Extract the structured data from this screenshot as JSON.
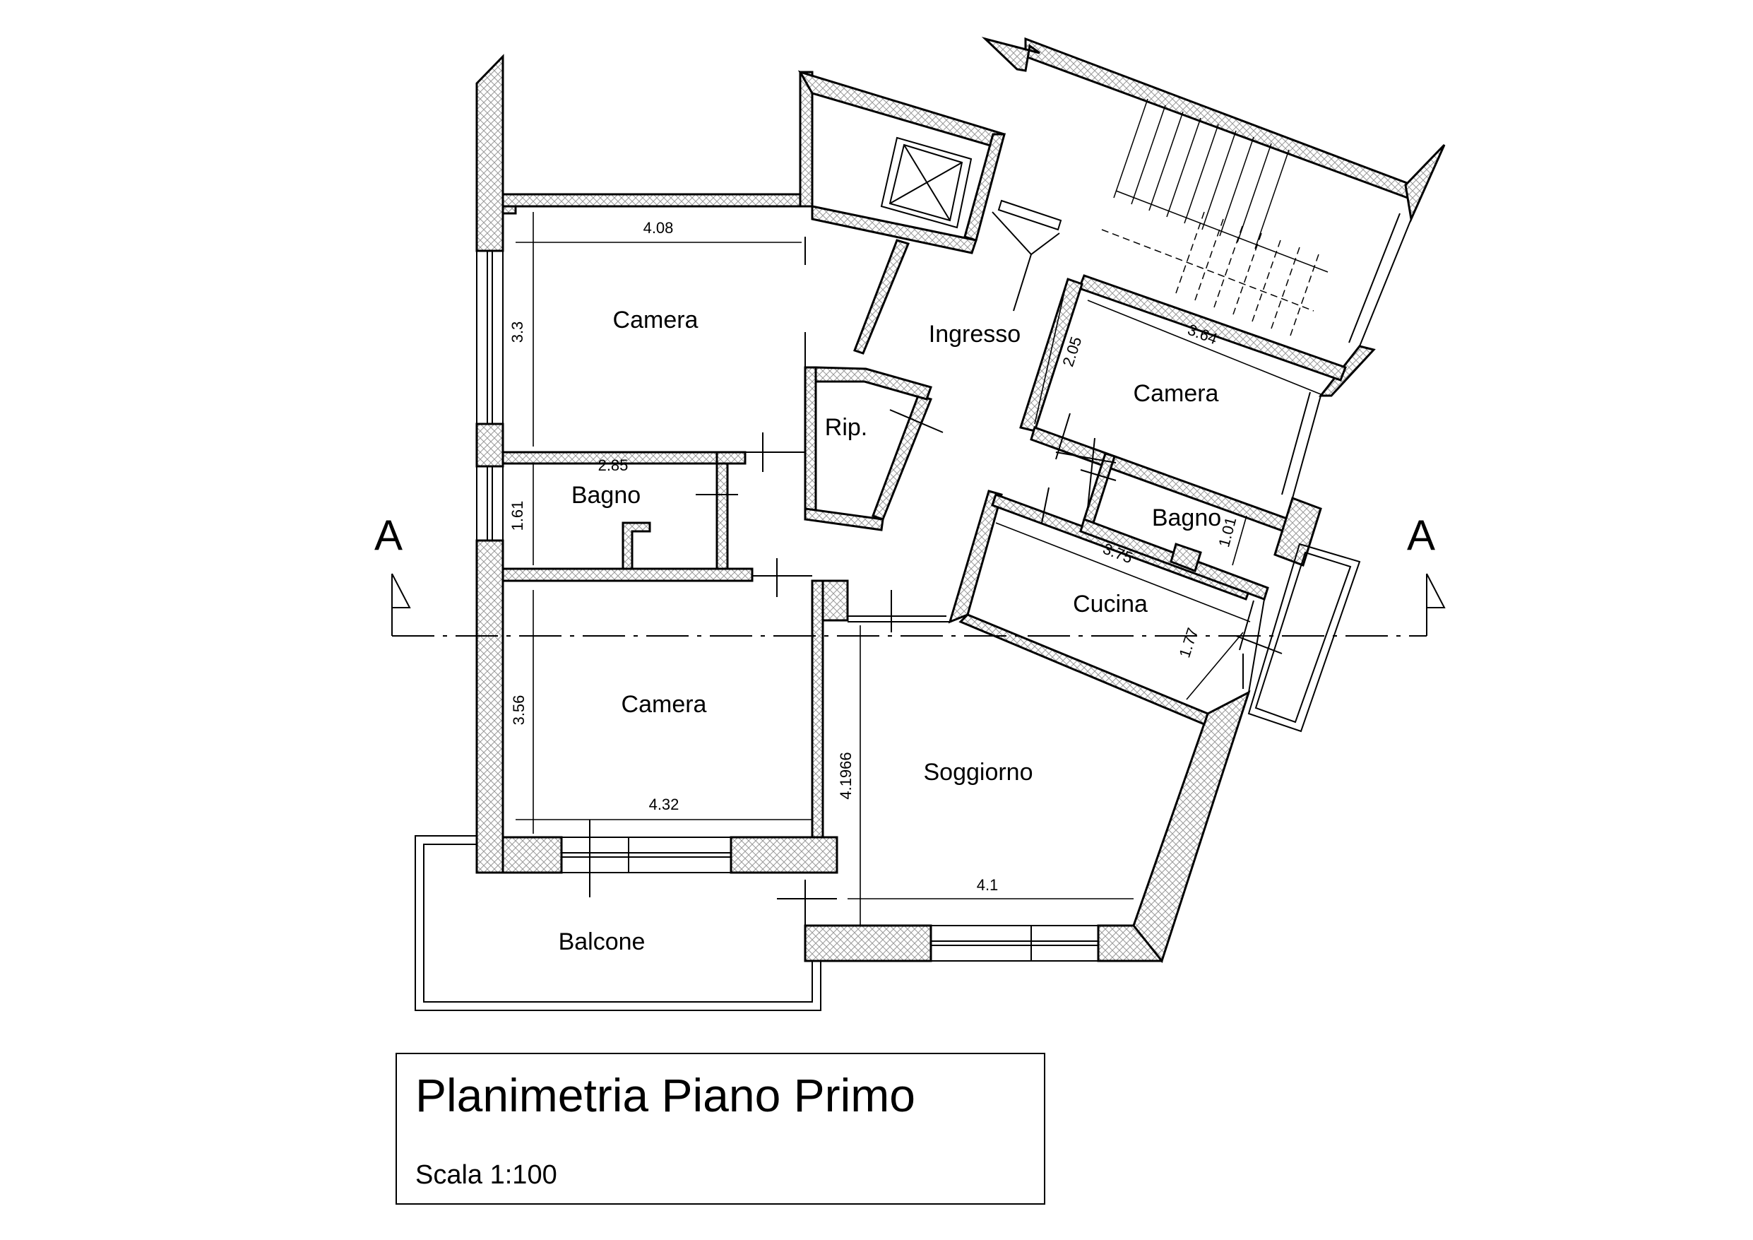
{
  "title_block": {
    "title": "Planimetria Piano Primo",
    "scale": "Scala 1:100"
  },
  "section_marks": {
    "left": "A",
    "right": "A"
  },
  "rooms": {
    "camera_nw": "Camera",
    "ingresso": "Ingresso",
    "camera_ne": "Camera",
    "ripostiglio": "Rip.",
    "bagno_w": "Bagno",
    "bagno_e": "Bagno",
    "cucina": "Cucina",
    "camera_sw": "Camera",
    "soggiorno": "Soggiorno",
    "balcone": "Balcone"
  },
  "dimensions": {
    "camera_nw_width": "4.08",
    "camera_nw_depth": "3.3",
    "bagno_w_width": "2.85",
    "bagno_w_depth": "1.61",
    "camera_ne_width": "3.64",
    "camera_ne_depth": "2.05",
    "bagno_e_depth": "1.01",
    "cucina_width": "3.75",
    "cucina_depth": "1.77",
    "camera_sw_depth": "3.56",
    "camera_sw_width": "4.32",
    "soggiorno_depth": "4.1966",
    "soggiorno_width": "4.1"
  }
}
